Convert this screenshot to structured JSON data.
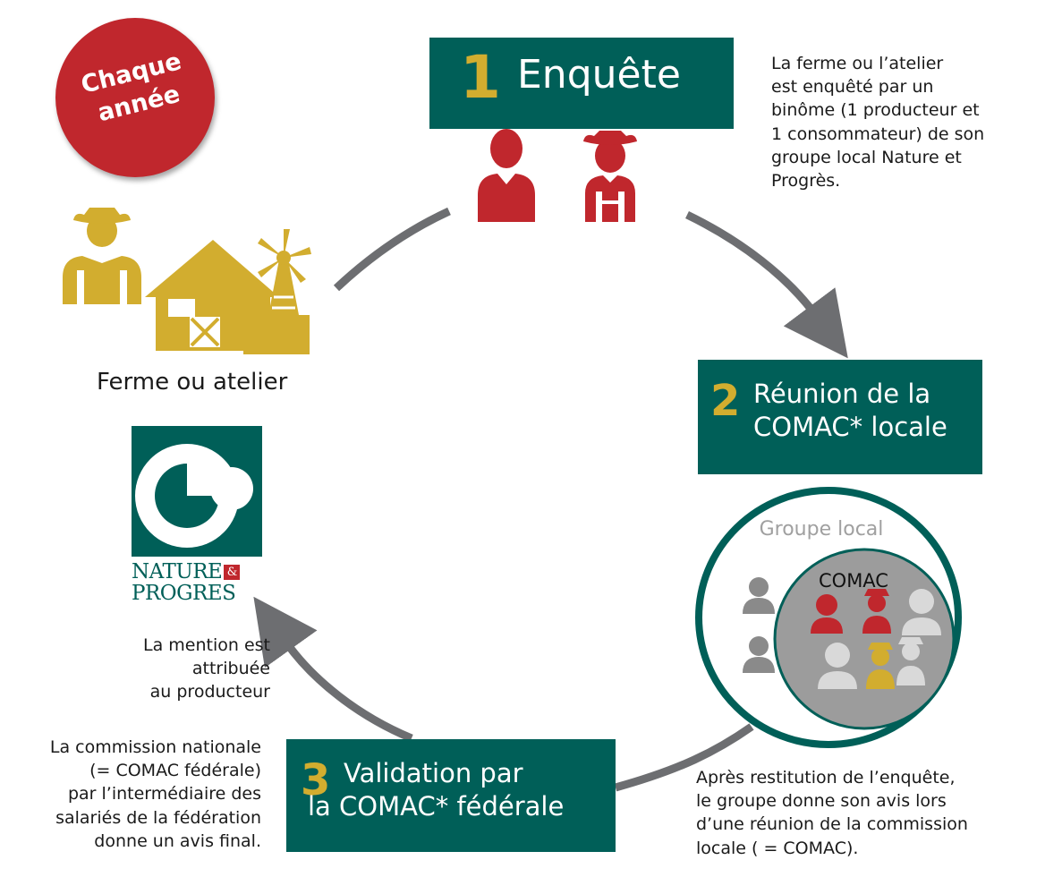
{
  "badge": {
    "text": "Chaque\nannée",
    "color": "#c0272d"
  },
  "steps": [
    {
      "number": "1",
      "title": "Enquête"
    },
    {
      "number": "2",
      "title": "Réunion de la\nCOMAC* locale"
    },
    {
      "number": "3",
      "title": "Validation par\nla COMAC* fédérale"
    }
  ],
  "descriptions": {
    "step1": "La ferme ou l’atelier\nest enquêté par un\nbinôme (1 producteur et\n1 consommateur) de son\ngroupe local Nature et\nProgrès.",
    "step2": "Après restitution de l’enquête,\nle groupe donne son avis lors\nd’une réunion de la commission\nlocale ( = COMAC).",
    "step3": "La commission nationale\n(= COMAC fédérale)\npar l’intermédiaire des\nsalariés de la fédération\ndonne un avis final.",
    "mention": "La mention est\nattribuée\nau producteur"
  },
  "farm_label": "Ferme ou atelier",
  "group_diagram": {
    "outer_label": "Groupe local",
    "inner_label": "COMAC"
  },
  "logo": {
    "line1": "NATURE",
    "amp": "&",
    "line2": "PROGRES"
  },
  "colors": {
    "teal": "#005f58",
    "gold": "#d2ad2f",
    "red": "#c0272d",
    "arrow": "#6d6e71",
    "grey_person": "#8a8a8a",
    "light_person": "#d9d9d9"
  }
}
